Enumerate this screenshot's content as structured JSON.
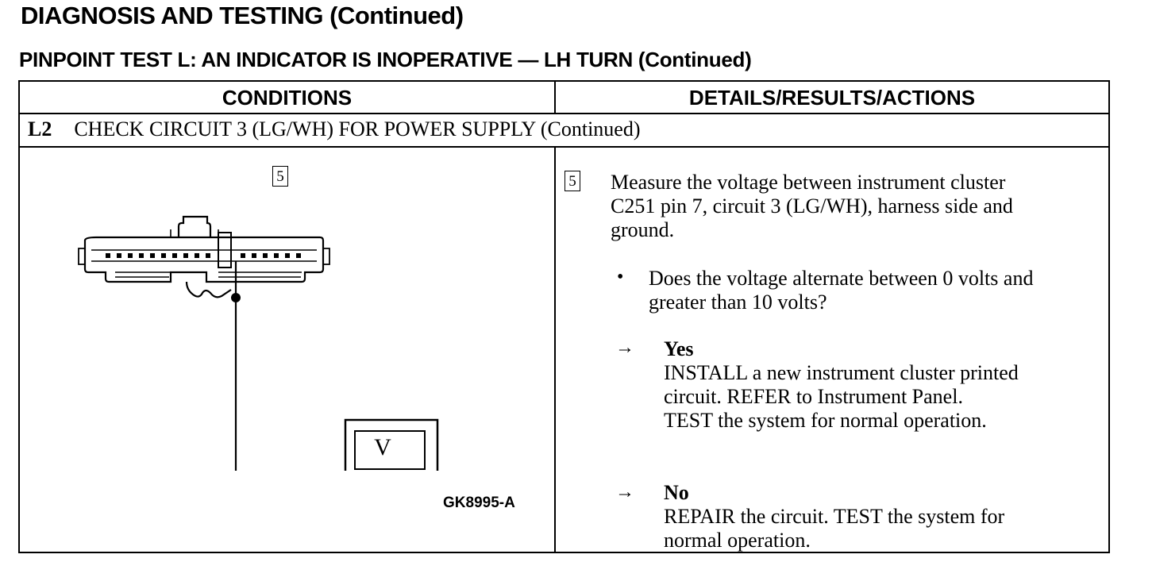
{
  "header": {
    "page_title": "DIAGNOSIS AND TESTING (Continued)",
    "test_title": "PINPOINT TEST L:  AN INDICATOR IS INOPERATIVE — LH TURN (Continued)"
  },
  "table": {
    "col_conditions": "CONDITIONS",
    "col_details": "DETAILS/RESULTS/ACTIONS",
    "step_id": "L2",
    "step_title": "CHECK CIRCUIT 3 (LG/WH) FOR POWER SUPPLY",
    "step_suffix": "(Continued)"
  },
  "figure": {
    "step_box": "5",
    "meter_label": "V",
    "plus_symbol": "+",
    "minus_symbol": "−",
    "figure_id": "GK8995-A"
  },
  "details": {
    "step_box": "5",
    "instruction_lines": [
      "Measure the voltage between instrument cluster",
      "C251 pin 7, circuit 3 (LG/WH), harness side and",
      "ground."
    ],
    "bullet": "•",
    "question_lines": [
      "Does the voltage alternate between 0 volts and",
      "greater than 10 volts?"
    ],
    "arrow": "→",
    "yes_label": "Yes",
    "yes_lines": [
      "INSTALL a new instrument cluster printed",
      "circuit. REFER to Instrument  Panel.",
      "TEST the system for normal operation."
    ],
    "no_label": "No",
    "no_lines": [
      "REPAIR the circuit. TEST the system for",
      "normal operation."
    ]
  }
}
